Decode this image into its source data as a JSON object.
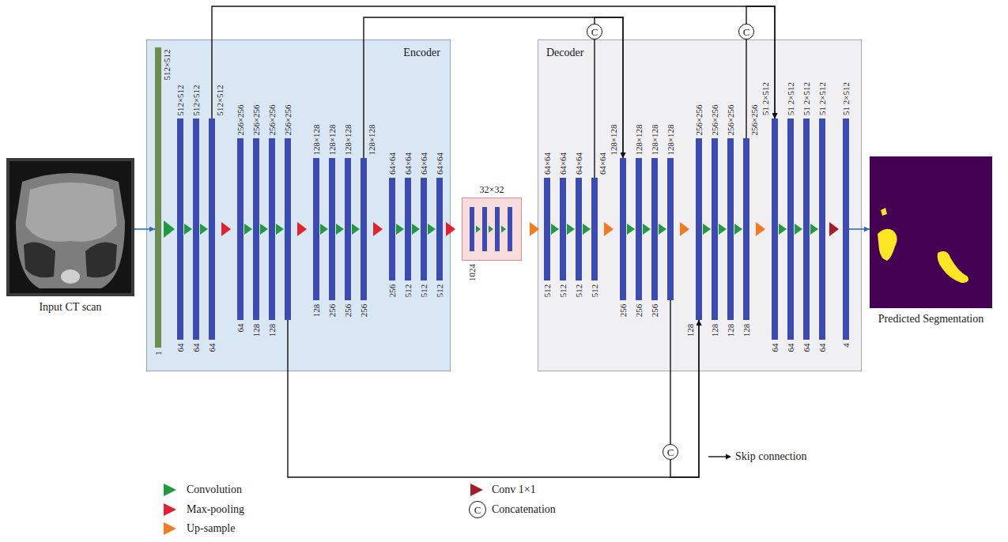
{
  "diagram": {
    "nodes": [
      {
        "text": [
          "Input CT scan"
        ]
      },
      {
        "text": [
          "Encoder"
        ]
      },
      {
        "text": [
          "512×512",
          "1"
        ],
        "in": 1
      },
      {
        "text": [
          "512×512",
          "64"
        ],
        "in": 1
      },
      {
        "text": [
          "512×512",
          "64"
        ],
        "in": 1
      },
      {
        "text": [
          "512×512",
          "64"
        ],
        "in": 1
      },
      {
        "text": [
          "256×256",
          "64"
        ],
        "in": 1
      },
      {
        "text": [
          "256×256",
          "128"
        ],
        "in": 1
      },
      {
        "text": [
          "256×256",
          "128"
        ],
        "in": 1
      },
      {
        "text": [
          "256×256"
        ],
        "in": 1
      },
      {
        "text": [
          "128×128",
          "128"
        ],
        "in": 1
      },
      {
        "text": [
          "128×128",
          "256"
        ],
        "in": 1
      },
      {
        "text": [
          "128×128",
          "256"
        ],
        "in": 1
      },
      {
        "text": [
          "128×128",
          "256"
        ],
        "in": 1
      },
      {
        "text": [
          "64×64",
          "256"
        ],
        "in": 1
      },
      {
        "text": [
          "64×64",
          "512"
        ],
        "in": 1
      },
      {
        "text": [
          "64×64",
          "512"
        ],
        "in": 1
      },
      {
        "text": [
          "64×64",
          "512"
        ],
        "in": 1
      },
      {
        "text": [
          "32×32",
          "1024"
        ]
      },
      {
        "text": [
          "Decoder"
        ]
      },
      {
        "text": [
          "64×64",
          "512"
        ],
        "in": 19
      },
      {
        "text": [
          "64×64",
          "512"
        ],
        "in": 19
      },
      {
        "text": [
          "64×64",
          "512"
        ],
        "in": 19
      },
      {
        "text": [
          "64×64",
          "512"
        ],
        "in": 19
      },
      {
        "text": [
          "128×128",
          "256"
        ],
        "in": 19
      },
      {
        "text": [
          "128×128",
          "256"
        ],
        "in": 19
      },
      {
        "text": [
          "128×128",
          "256"
        ],
        "in": 19
      },
      {
        "text": [
          "128×128"
        ],
        "in": 19
      },
      {
        "text": [
          "256×256",
          "128"
        ],
        "in": 19
      },
      {
        "text": [
          "256×256",
          "128"
        ],
        "in": 19
      },
      {
        "text": [
          "256×256",
          "128"
        ],
        "in": 19
      },
      {
        "text": [
          "256×256",
          "128"
        ],
        "in": 19
      },
      {
        "text": [
          "51 2×512",
          "64"
        ],
        "in": 19
      },
      {
        "text": [
          "51 2×512",
          "64"
        ],
        "in": 19
      },
      {
        "text": [
          "51 2×512",
          "64"
        ],
        "in": 19
      },
      {
        "text": [
          "51 2×512",
          "64"
        ],
        "in": 19
      },
      {
        "text": [
          "51 2×512",
          "4"
        ],
        "in": 19
      },
      {
        "text": [
          "Predicted Segmentation"
        ]
      },
      {
        "text": [
          "C"
        ]
      },
      {
        "text": [
          "C"
        ]
      },
      {
        "text": [
          "C"
        ]
      }
    ],
    "edges": [
      {
        "from": 0,
        "to": 2,
        "arrow": "to"
      },
      {
        "from": 5,
        "to": 32,
        "arrow": "to"
      },
      {
        "from": 13,
        "to": 24,
        "arrow": "to"
      },
      {
        "from": 9,
        "to": 28,
        "arrow": "to"
      },
      {
        "from": 23,
        "to": 38,
        "arrow": "none"
      },
      {
        "from": 38,
        "to": 24,
        "arrow": "to"
      },
      {
        "from": 31,
        "to": 39,
        "arrow": "none"
      },
      {
        "from": 39,
        "to": 32,
        "arrow": "to"
      },
      {
        "from": 27,
        "to": 40,
        "arrow": "none"
      },
      {
        "from": 40,
        "to": 28,
        "arrow": "to"
      },
      {
        "from": 36,
        "to": 37,
        "arrow": "to"
      }
    ],
    "labels": [
      "C"
    ],
    "legend": [
      {
        "text": "Skip connection"
      },
      {
        "text": "Convolution",
        "color": "#1f9a3c"
      },
      {
        "text": "Conv 1×1",
        "color": "#a41e2a"
      },
      {
        "text": "Max-pooling",
        "color": "#e3202b"
      },
      {
        "text": "Concatenation"
      },
      {
        "text": "Up-sample",
        "color": "#f47b20"
      }
    ]
  }
}
